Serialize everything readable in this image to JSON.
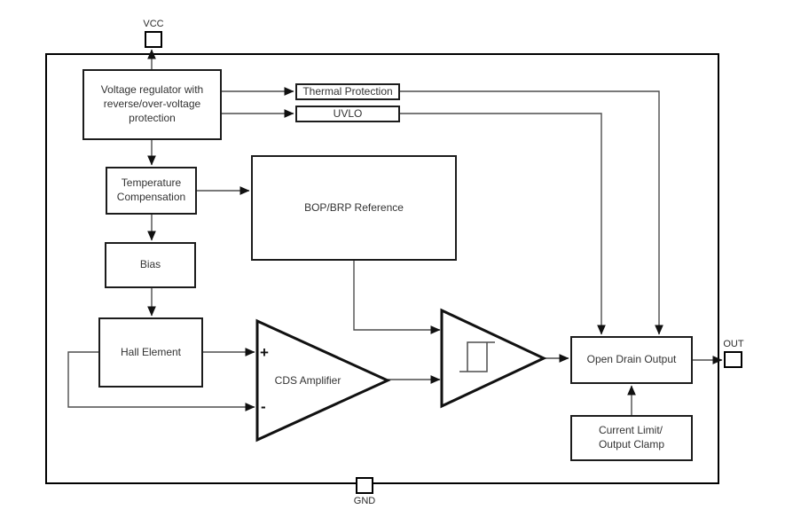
{
  "pins": {
    "vcc": "VCC",
    "gnd": "GND",
    "out": "OUT"
  },
  "blocks": {
    "voltage_regulator": "Voltage regulator with\nreverse/over-voltage\nprotection",
    "thermal_protection": "Thermal Protection",
    "uvlo": "UVLO",
    "temperature_compensation": "Temperature\nCompensation",
    "bop_brp_reference": "BOP/BRP Reference",
    "bias": "Bias",
    "hall_element": "Hall Element",
    "cds_amplifier_label": "CDS Amplifier",
    "open_drain_output": "Open Drain Output",
    "current_limit": "Current Limit/\nOutput Clamp"
  },
  "amplifier_inputs": {
    "plus": "+",
    "minus": "-"
  },
  "colors": {
    "background": "#ffffff",
    "wire": "#4d4d4d",
    "box_border": "#1c1c1c",
    "outer_border": "#000000",
    "arrowhead": "#111111",
    "text": "#333333"
  }
}
